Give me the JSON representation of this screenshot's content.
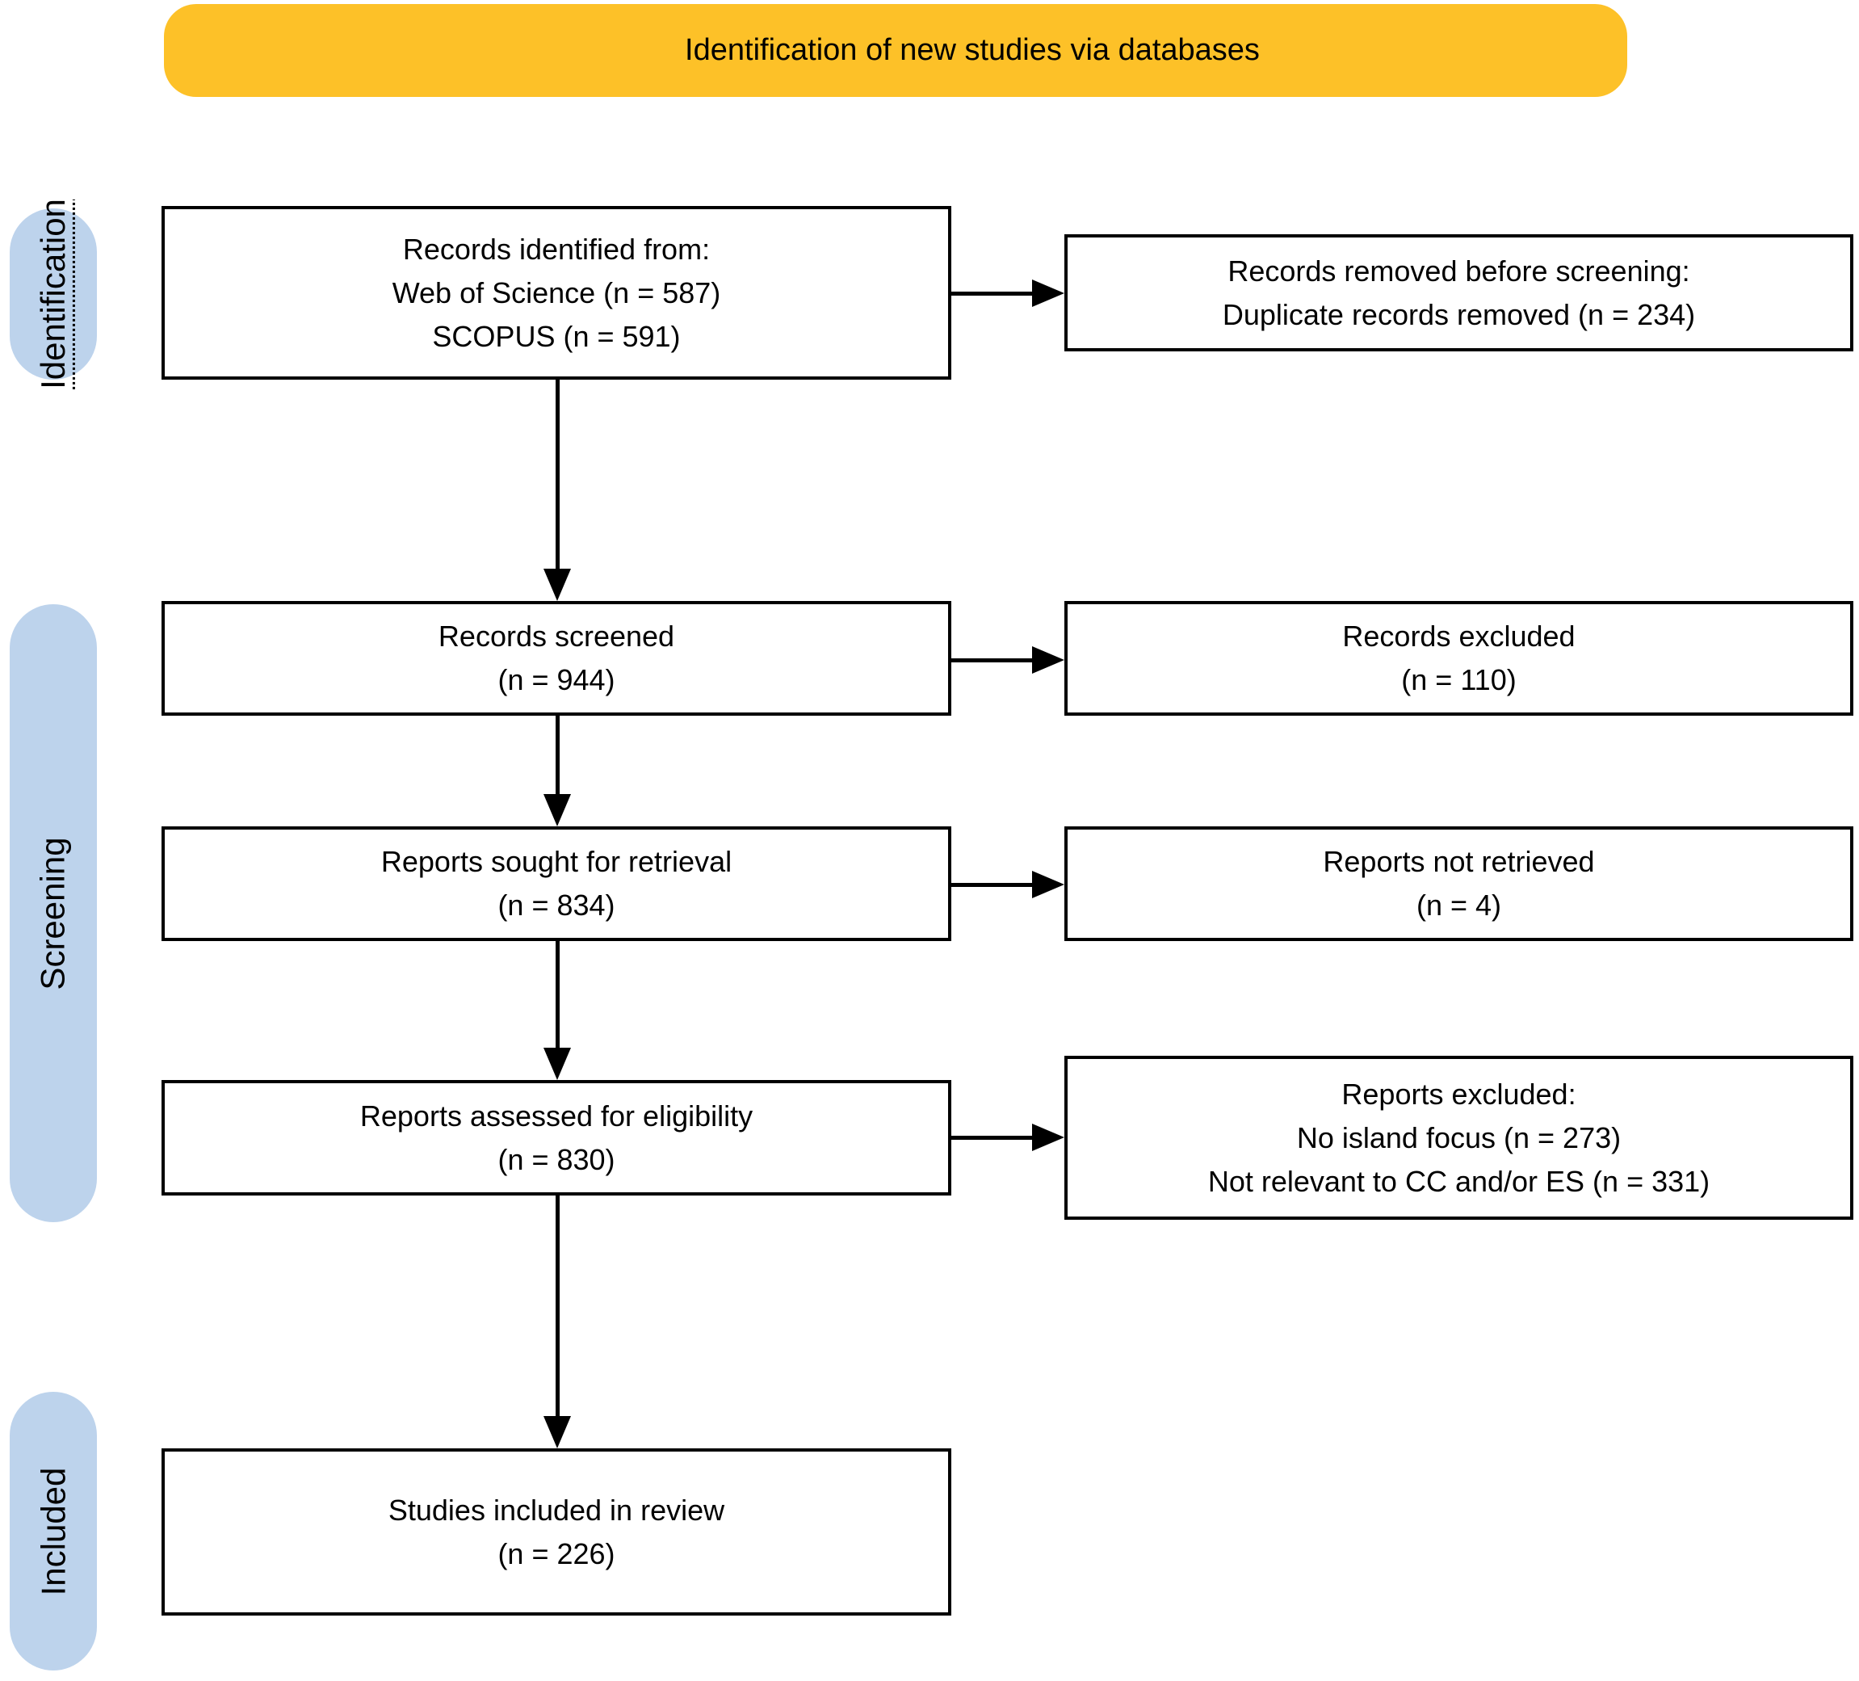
{
  "header": {
    "title": "Identification of new studies via databases"
  },
  "colors": {
    "header_bg": "#FDC128",
    "stage_bg": "#BDD3EC",
    "box_bg": "#FFFFFF",
    "line": "#000000",
    "text": "#000000"
  },
  "stages": [
    {
      "label": "Identification"
    },
    {
      "label": "Screening"
    },
    {
      "label": "Included"
    }
  ],
  "flow": {
    "identified": {
      "lines": [
        "Records identified from:",
        "Web of Science (n = 587)",
        "SCOPUS (n = 591)"
      ]
    },
    "removed_before_screening": {
      "lines": [
        "Records removed before screening:",
        "Duplicate records removed (n = 234)"
      ]
    },
    "screened": {
      "lines": [
        "Records screened",
        "(n = 944)"
      ]
    },
    "excluded": {
      "lines": [
        "Records excluded",
        "(n = 110)"
      ]
    },
    "sought": {
      "lines": [
        "Reports sought for retrieval",
        "(n = 834)"
      ]
    },
    "not_retrieved": {
      "lines": [
        "Reports not retrieved",
        "(n = 4)"
      ]
    },
    "assessed": {
      "lines": [
        "Reports assessed for eligibility",
        "(n = 830)"
      ]
    },
    "reports_excluded": {
      "lines": [
        "Reports excluded:",
        "No island focus (n = 273)",
        "Not relevant to CC and/or ES (n = 331)"
      ]
    },
    "included": {
      "lines": [
        "Studies included in review",
        "(n = 226)"
      ]
    }
  }
}
